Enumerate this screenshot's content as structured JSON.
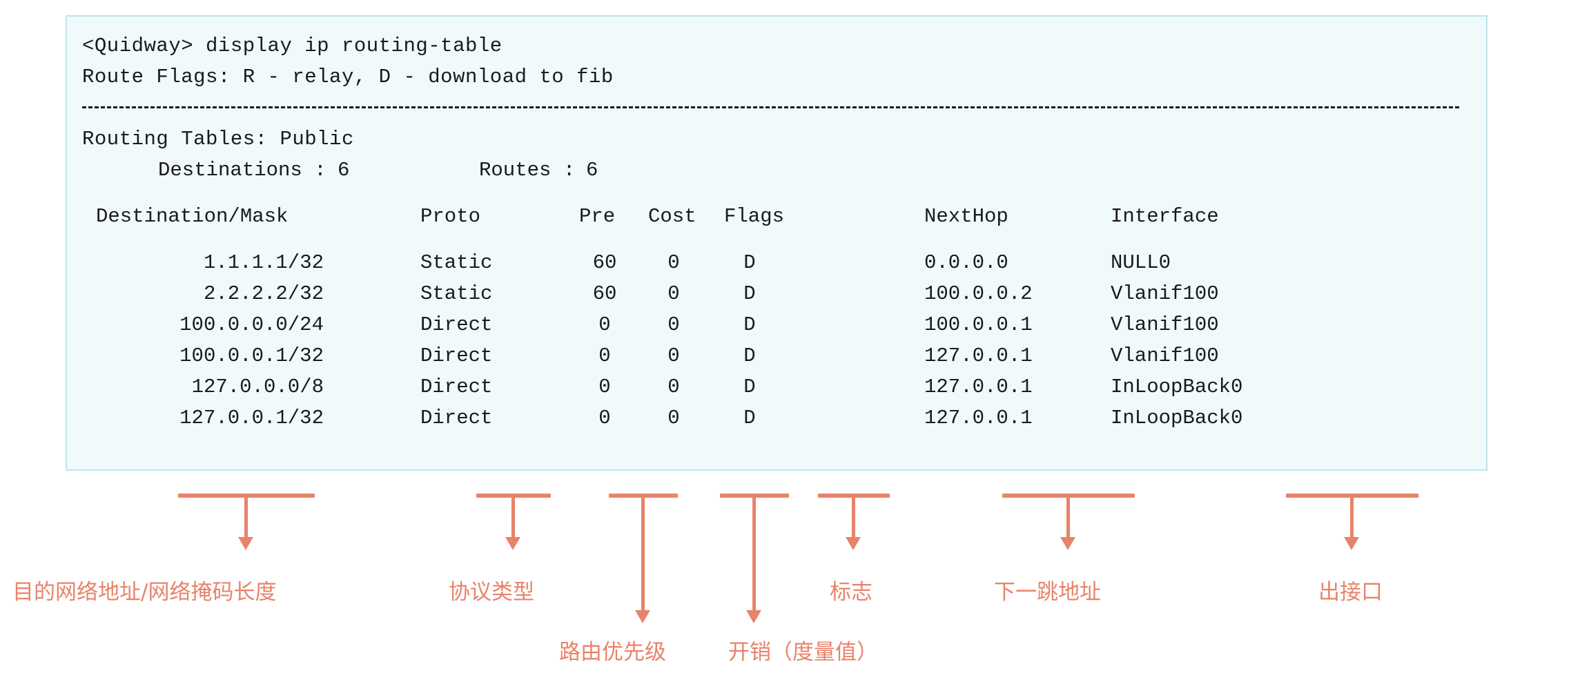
{
  "terminal": {
    "prompt_line": "<Quidway> display ip routing-table",
    "flags_line": "Route Flags: R - relay, D - download to fib",
    "separator": "--------------------------------------------------------------------------------",
    "routing_tables_line": "Routing Tables: Public",
    "counts_line": "        Destinations : 6        Routes : 6",
    "destinations_label": "Destinations :",
    "destinations_value": "6",
    "routes_label": "Routes :",
    "routes_value": "6",
    "columns": {
      "destination_mask": "Destination/Mask",
      "proto": "Proto",
      "pre": "Pre",
      "cost": "Cost",
      "flags": "Flags",
      "nexthop": "NextHop",
      "interface": "Interface"
    },
    "rows": [
      {
        "destination_mask": "1.1.1.1/32",
        "proto": "Static",
        "pre": "60",
        "cost": "0",
        "flags": "D",
        "nexthop": "0.0.0.0",
        "interface": "NULL0"
      },
      {
        "destination_mask": "2.2.2.2/32",
        "proto": "Static",
        "pre": "60",
        "cost": "0",
        "flags": "D",
        "nexthop": "100.0.0.2",
        "interface": "Vlanif100"
      },
      {
        "destination_mask": "100.0.0.0/24",
        "proto": "Direct",
        "pre": "0",
        "cost": "0",
        "flags": "D",
        "nexthop": "100.0.0.1",
        "interface": "Vlanif100"
      },
      {
        "destination_mask": "100.0.0.1/32",
        "proto": "Direct",
        "pre": "0",
        "cost": "0",
        "flags": "D",
        "nexthop": "127.0.0.1",
        "interface": "Vlanif100"
      },
      {
        "destination_mask": "127.0.0.0/8",
        "proto": "Direct",
        "pre": "0",
        "cost": "0",
        "flags": "D",
        "nexthop": "127.0.0.1",
        "interface": "InLoopBack0"
      },
      {
        "destination_mask": "127.0.0.1/32",
        "proto": "Direct",
        "pre": "0",
        "cost": "0",
        "flags": "D",
        "nexthop": "127.0.0.1",
        "interface": "InLoopBack0"
      }
    ]
  },
  "annotations": [
    {
      "id": "destination-mask",
      "label": "目的网络地址/网络掩码长度"
    },
    {
      "id": "proto",
      "label": "协议类型"
    },
    {
      "id": "pre",
      "label": "路由优先级"
    },
    {
      "id": "cost",
      "label": "开销（度量值）"
    },
    {
      "id": "flags",
      "label": "标志"
    },
    {
      "id": "nexthop",
      "label": "下一跳地址"
    },
    {
      "id": "interface",
      "label": "出接口"
    }
  ],
  "colors": {
    "panel_background": "#f0fafb",
    "panel_border": "#bfe4ec",
    "annotation": "#e8836a",
    "terminal_text": "#1a1a1a"
  }
}
